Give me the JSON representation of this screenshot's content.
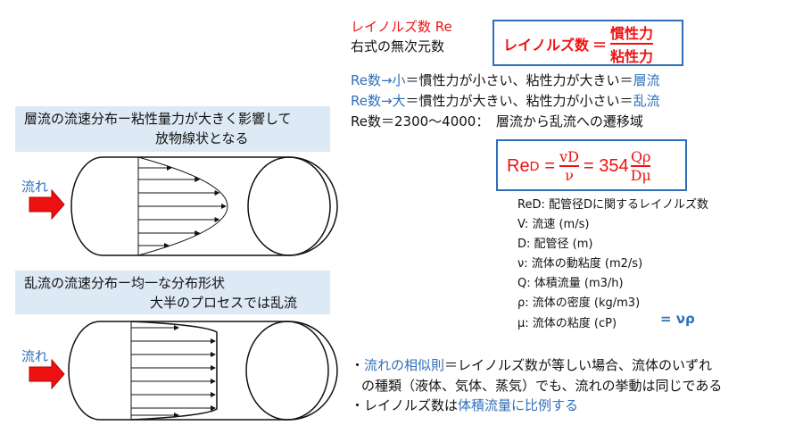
{
  "left": {
    "laminar": {
      "title_line1": "層流の流速分布ー粘性量力が大きく影響して",
      "title_line2": "放物線状となる",
      "flow_label": "流れ"
    },
    "turbulent": {
      "title_line1": "乱流の流速分布ー均一な分布形状",
      "title_line2": "大半のプロセスでは乱流",
      "flow_label": "流れ"
    }
  },
  "right": {
    "title": "レイノルズ数 Re",
    "subtitle": "右式の無次元数",
    "def_formula": {
      "lhs": "レイノルズ数",
      "eq": "＝",
      "num": "慣性力",
      "den": "粘性力"
    },
    "line1": {
      "prefix": "Re数→小",
      "body": "＝慣性力が小さい、粘性力が大きい＝",
      "result": "層流"
    },
    "line2": {
      "prefix": "Re数→大",
      "body": "＝慣性力が大きい、粘性力が小さい＝",
      "result": "乱流"
    },
    "line3": "Re数＝2300〜4000：　層流から乱流への遷移域",
    "formula": {
      "lhs": "Re",
      "sub": "D",
      "eq1": "=",
      "num1": "vD",
      "den1": "ν",
      "eq2": "= 354",
      "num2": "Qρ",
      "den2": "Dμ"
    },
    "definitions": [
      "ReD:  配管径Dに関するレイノルズ数",
      "V:  流速 (m/s)",
      "D:  配管径 (m)",
      "ν:  流体の動粘度 (m2/s)",
      "Q:  体積流量 (m3/h)",
      "ρ:  流体の密度 (kg/m3)",
      "μ:  流体の粘度 (cP)"
    ],
    "mu_note": "= νρ",
    "bullet1": {
      "mark": "・",
      "highlight": "流れの相似則",
      "rest": "＝レイノルズ数が等しい場合、流体のいずれ"
    },
    "bullet1_cont": "の種類（液体、気体、蒸気）でも、流れの挙動は同じである",
    "bullet2": {
      "mark": "・",
      "text": "レイノルズ数は",
      "highlight": "体積流量に比例する"
    }
  },
  "colors": {
    "red": "#ee1111",
    "blue": "#2f6fba",
    "header_bg": "#dde9f5"
  }
}
